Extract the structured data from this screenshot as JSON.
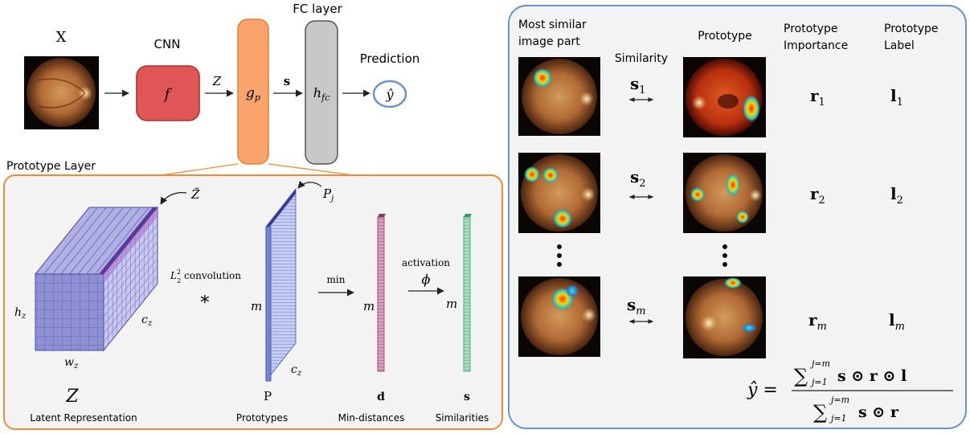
{
  "pipeline": {
    "input_label": "X",
    "cnn_label": "CNN",
    "cnn_fn": "f",
    "z_label": "Z",
    "gp_main": "g",
    "gp_sub": "p",
    "s_label": "s",
    "fc_label": "FC layer",
    "hfc_main": "h",
    "hfc_sub": "fc",
    "prediction_label": "Prediction",
    "yhat": "ŷ"
  },
  "prototype_layer": {
    "title": "Prototype Layer",
    "ztilde": "Z̃",
    "pj_main": "P",
    "pj_sub": "j",
    "hz_main": "h",
    "hz_sub": "z",
    "wz_main": "w",
    "wz_sub": "z",
    "cz_main": "c",
    "cz_sub": "z",
    "conv_prefix": "L",
    "conv_sup": "2",
    "conv_sub": "2",
    "conv_suffix": "convolution",
    "star": "∗",
    "m": "m",
    "min_label": "min",
    "activation_label": "activation",
    "phi": "ϕ",
    "z_big": "Z",
    "z_caption": "Latent Representation",
    "p_letter": "P",
    "p_caption": "Prototypes",
    "d_letter": "d",
    "d_caption": "Min-distances",
    "s_letter": "s",
    "s_caption": "Similarities"
  },
  "right_panel": {
    "headers": {
      "col1": [
        "Most similar",
        "image part"
      ],
      "col2": "Similarity",
      "col3": "Prototype",
      "col4": [
        "Prototype",
        "Importance"
      ],
      "col5": [
        "Prototype",
        "Label"
      ]
    },
    "rows": [
      {
        "s_main": "s",
        "s_sub": "1",
        "r_main": "r",
        "r_sub": "1",
        "l_main": "l",
        "l_sub": "1"
      },
      {
        "s_main": "s",
        "s_sub": "2",
        "r_main": "r",
        "r_sub": "2",
        "l_main": "l",
        "l_sub": "2"
      },
      {
        "s_main": "s",
        "s_sub": "m",
        "r_main": "r",
        "r_sub": "m",
        "l_main": "l",
        "l_sub": "m"
      }
    ],
    "formula": {
      "lhs": "ŷ =",
      "sum": "∑",
      "upper": "j=m",
      "lower": "j=1",
      "numerator_terms": "s  ⊙ r  ⊙ l",
      "denominator_terms": "s  ⊙ r"
    }
  },
  "colors": {
    "cnn_fill": "#e05656",
    "gp_fill": "#f8a46c",
    "fc_fill": "#c8c8c8",
    "orange_border": "#f08a3a",
    "blue_border": "#6a93c8",
    "cube_face": "#8f8fd6",
    "d_bar": "#b06a88",
    "s_bar": "#6fbf9a"
  }
}
